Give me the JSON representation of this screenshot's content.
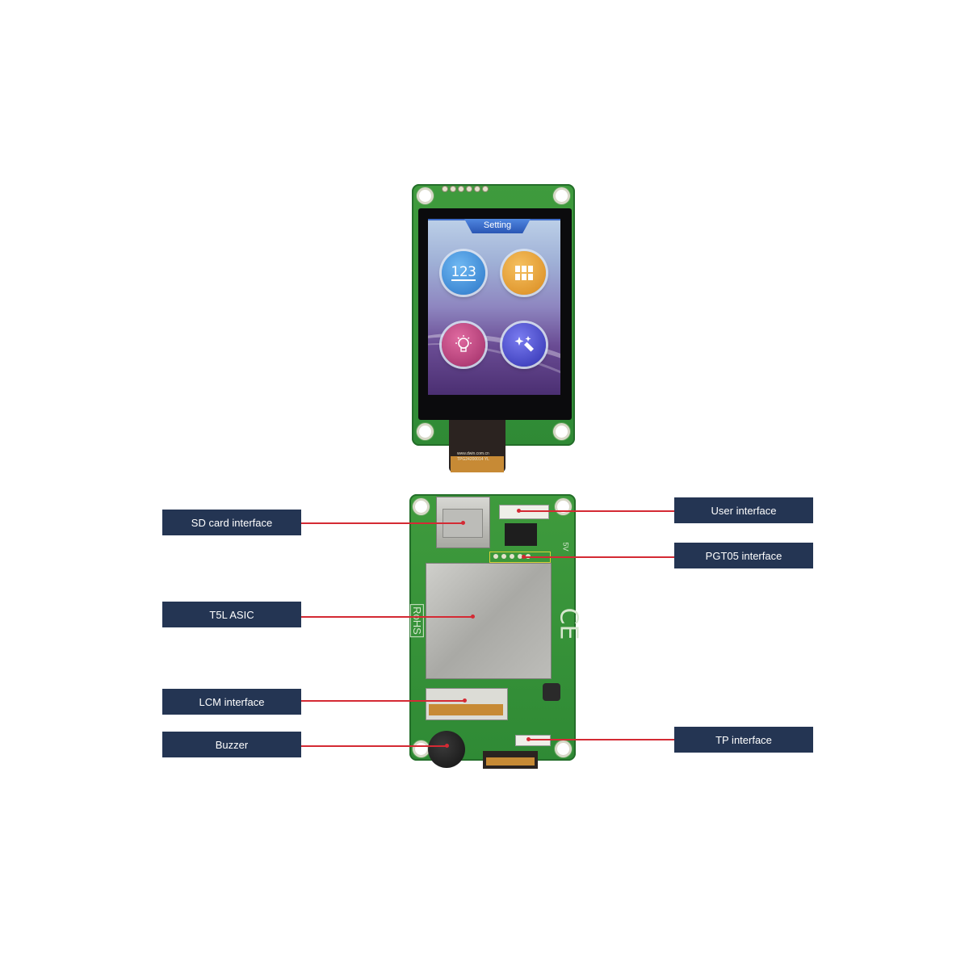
{
  "screen": {
    "title": "Setting",
    "apps": [
      {
        "icon": "numeric-keypad-icon",
        "text": "123",
        "color": "#3b8fdc"
      },
      {
        "icon": "grid-icon",
        "color": "#e8a030"
      },
      {
        "icon": "lightbulb-icon",
        "color": "#c0407a"
      },
      {
        "icon": "magic-wand-icon",
        "color": "#4b4fcf"
      }
    ]
  },
  "cable": {
    "line1": "www.dwin.com.cn",
    "line2": "TPG24200014   YL"
  },
  "board_marks": {
    "ce": "CE",
    "rohs": "RoHS",
    "voltage": "5V"
  },
  "labels": {
    "sd_card": "SD card interface",
    "t5l_asic": "T5L ASIC",
    "lcm": "LCM interface",
    "buzzer": "Buzzer",
    "user": "User interface",
    "pgt05": "PGT05 interface",
    "tp": "TP interface"
  },
  "colors": {
    "label_bg": "#243553",
    "leader_line": "#d42a34",
    "pcb_green": "#3f9b3d"
  }
}
